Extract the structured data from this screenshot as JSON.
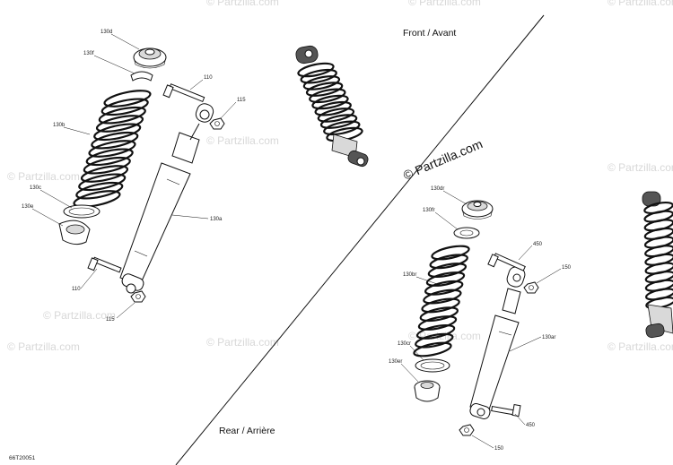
{
  "diagram": {
    "sections": {
      "front": "Front / Avant",
      "rear": "Rear / Arrière"
    },
    "drawing_code": "66T20051",
    "watermark": {
      "main": "© Partzilla.com",
      "repeat": "© Partzilla.com"
    },
    "labels": {
      "front_130d": "130d",
      "front_130f": "130f",
      "front_130b": "130b",
      "front_130c": "130c",
      "front_130e": "130e",
      "front_130a": "130a",
      "front_110_top": "110",
      "front_115_top": "115",
      "front_110_bottom": "110",
      "front_115_bottom": "115",
      "rear_130dr": "130dr",
      "rear_130fr": "130fr",
      "rear_130br": "130br",
      "rear_130cr": "130cr",
      "rear_130er": "130er",
      "rear_130ar": "130ar",
      "rear_450_top": "450",
      "rear_150_top": "150",
      "rear_450_bottom": "450",
      "rear_150_bottom": "150"
    }
  }
}
